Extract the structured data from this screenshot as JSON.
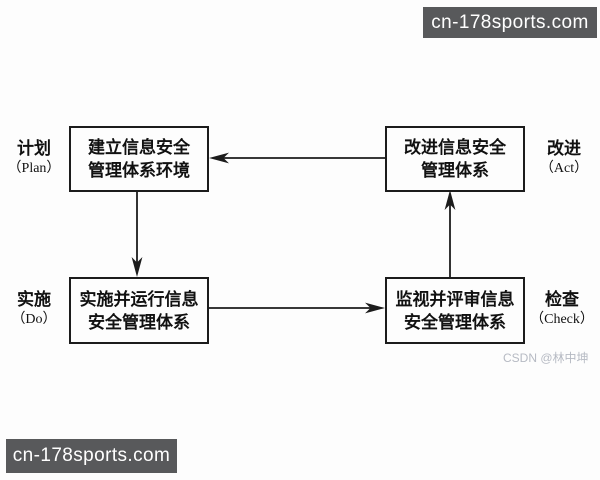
{
  "banners": {
    "top_right": "cn-178sports.com",
    "bottom_left": "cn-178sports.com",
    "bg_color": "#58595b",
    "text_color": "#ffffff"
  },
  "diagram": {
    "title_implicit": "PDCA cycle of information security management system",
    "line_color": "#1c1c1c",
    "nodes": [
      {
        "id": "plan",
        "box_lines": [
          "建立信息安全",
          "管理体系环境"
        ],
        "label_cn": "计划",
        "label_en": "（Plan）",
        "label_side": "left"
      },
      {
        "id": "act",
        "box_lines": [
          "改进信息安全",
          "管理体系"
        ],
        "label_cn": "改进",
        "label_en": "（Act）",
        "label_side": "right"
      },
      {
        "id": "do",
        "box_lines": [
          "实施并运行信息",
          "安全管理体系"
        ],
        "label_cn": "实施",
        "label_en": "（Do）",
        "label_side": "left"
      },
      {
        "id": "check",
        "box_lines": [
          "监视并评审信息",
          "安全管理体系"
        ],
        "label_cn": "检查",
        "label_en": "（Check）",
        "label_side": "right"
      }
    ],
    "edges": [
      {
        "from": "act",
        "to": "plan",
        "direction": "left"
      },
      {
        "from": "plan",
        "to": "do",
        "direction": "down"
      },
      {
        "from": "do",
        "to": "check",
        "direction": "right"
      },
      {
        "from": "check",
        "to": "act",
        "direction": "up"
      }
    ]
  },
  "watermark": {
    "text": "CSDN @林中坤",
    "color": "#b6bac3"
  }
}
